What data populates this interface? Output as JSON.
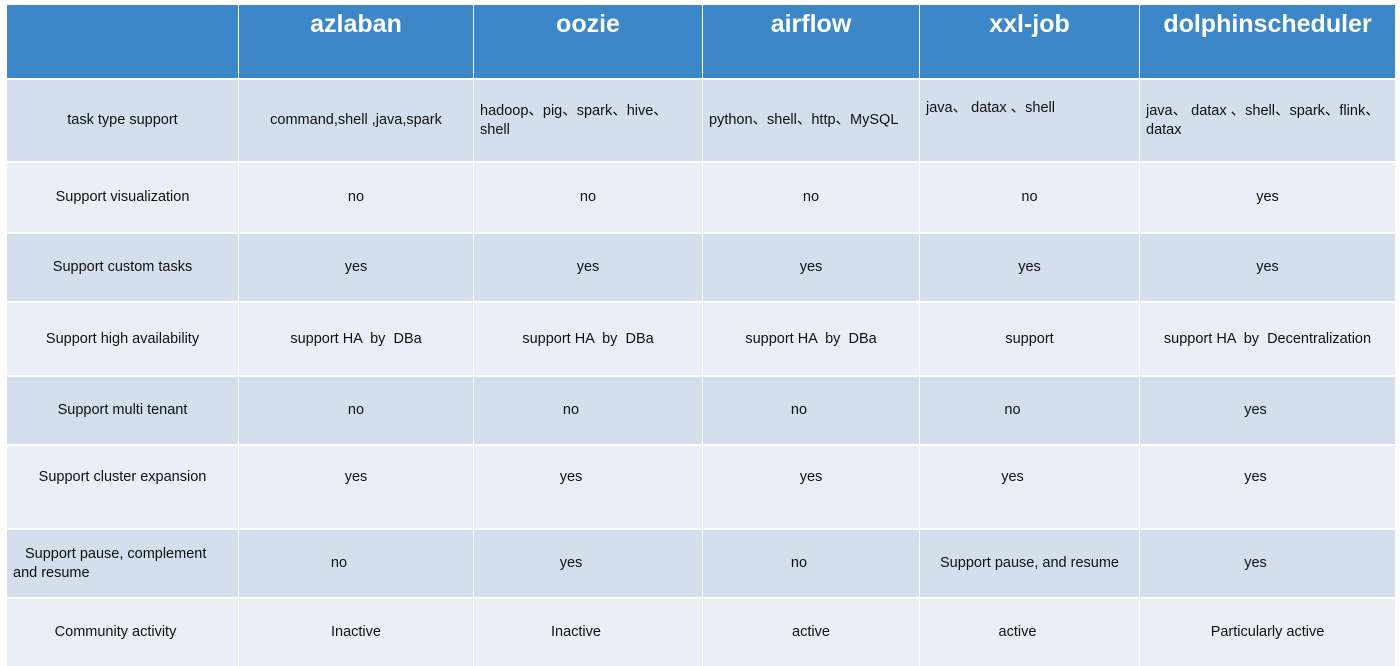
{
  "header": [
    "",
    "azlaban",
    "oozie",
    "airflow",
    "xxl-job",
    "dolphinscheduler"
  ],
  "rows": [
    {
      "feature": "task type support",
      "values": [
        "command,shell ,java,spark",
        "hadoop、pig、spark、hive、shell",
        " python、shell、http、MySQL",
        "java、 datax 、shell",
        "java、 datax 、shell、spark、flink、datax"
      ]
    },
    {
      "feature": "Support visualization",
      "values": [
        "no",
        "no",
        "no",
        "no",
        "yes"
      ]
    },
    {
      "feature": "Support custom tasks",
      "values": [
        "yes",
        "yes",
        "yes",
        "yes",
        "yes"
      ]
    },
    {
      "feature": "Support high availability",
      "values": [
        "support HA  by  DBa",
        "support HA  by  DBa",
        "support HA  by  DBa",
        "support",
        "support HA  by  Decentralization"
      ]
    },
    {
      "feature": "Support multi tenant",
      "values": [
        "no",
        "no",
        "no",
        "no",
        "yes"
      ]
    },
    {
      "feature": "Support cluster expansion",
      "values": [
        "yes",
        "yes",
        "yes",
        "yes",
        "yes"
      ]
    },
    {
      "feature": "Support pause, complement and resume",
      "values": [
        "no",
        "yes",
        "no",
        "Support pause, and resume",
        "yes"
      ]
    },
    {
      "feature": "Community activity",
      "values": [
        "Inactive",
        "Inactive",
        "active",
        "active",
        "Particularly active"
      ]
    }
  ]
}
